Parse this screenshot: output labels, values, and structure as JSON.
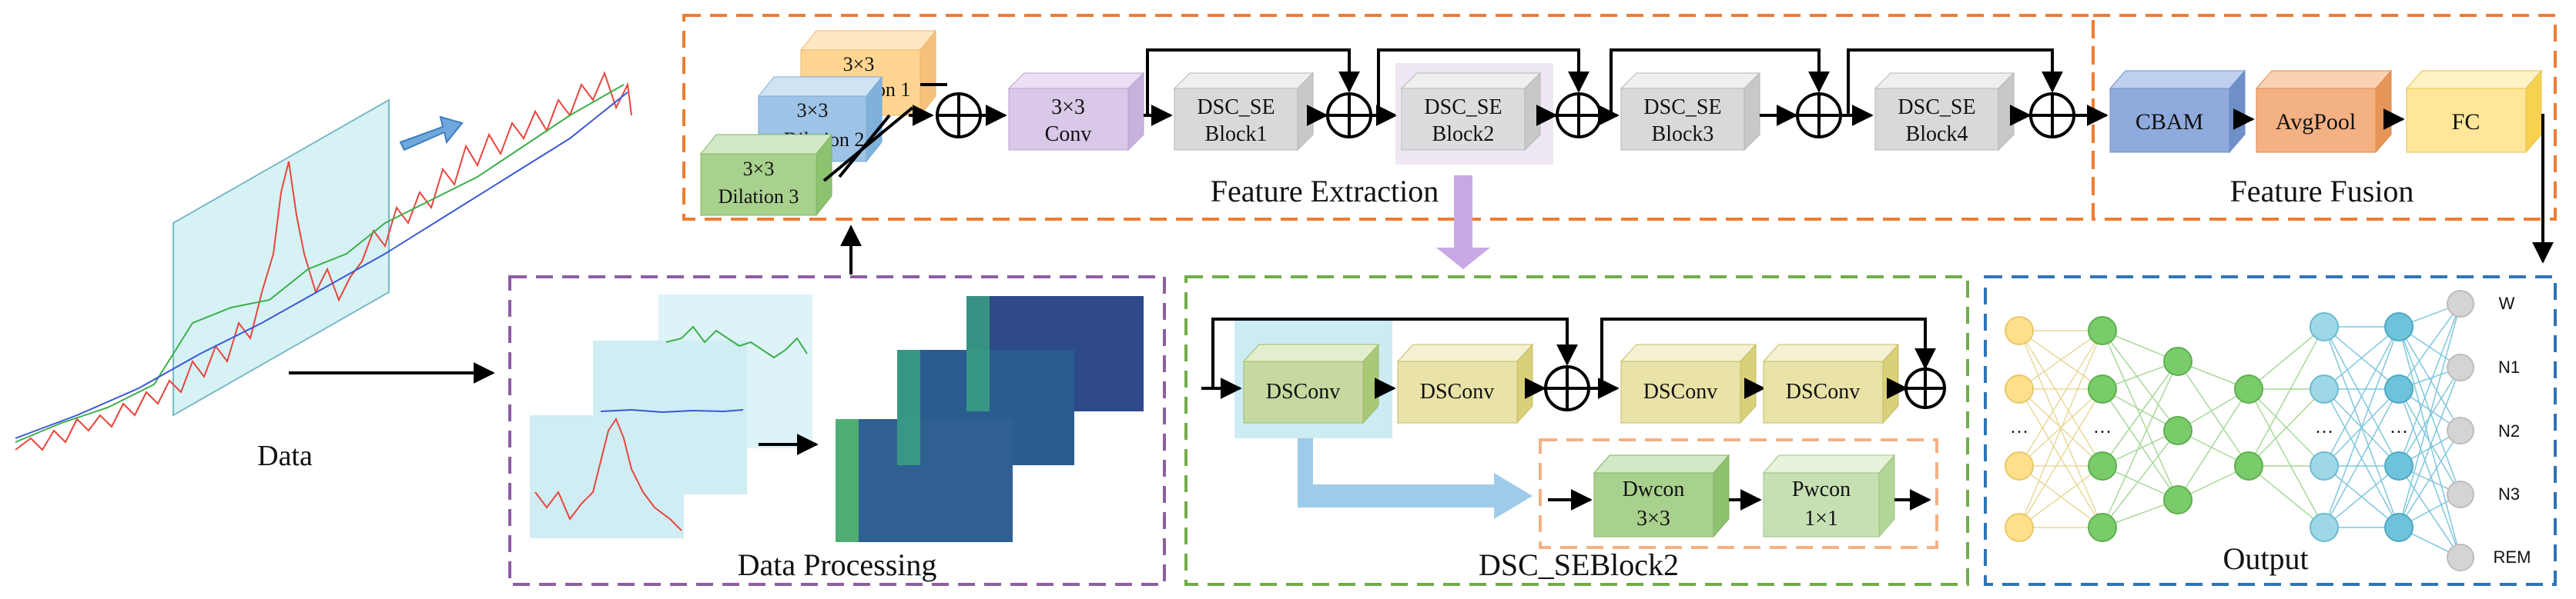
{
  "data_label": "Data",
  "dilation_blocks": [
    {
      "kernel": "3×3",
      "name": "Dilation 1"
    },
    {
      "kernel": "3×3",
      "name": "Dilation 2"
    },
    {
      "kernel": "3×3",
      "name": "Dilation 3"
    }
  ],
  "conv_block": {
    "line1": "3×3",
    "line2": "Conv"
  },
  "dsc_se_blocks": [
    {
      "line1": "DSC_SE",
      "line2": "Block1"
    },
    {
      "line1": "DSC_SE",
      "line2": "Block2"
    },
    {
      "line1": "DSC_SE",
      "line2": "Block3"
    },
    {
      "line1": "DSC_SE",
      "line2": "Block4"
    }
  ],
  "feature_extraction_label": "Feature Extraction",
  "fusion_blocks": [
    "CBAM",
    "AvgPool",
    "FC"
  ],
  "feature_fusion_label": "Feature Fusion",
  "data_processing_label": "Data Processing",
  "dsc_seblock2": {
    "title": "DSC_SEBlock2",
    "row1": [
      "DSConv",
      "DSConv",
      "DSConv",
      "DSConv"
    ],
    "dwconv": {
      "line1": "Dwcon",
      "line2": "3×3"
    },
    "pwconv": {
      "line1": "Pwcon",
      "line2": "1×1"
    }
  },
  "output": {
    "title": "Output",
    "classes": [
      "W",
      "N1",
      "N2",
      "N3",
      "REM"
    ],
    "ellipsis": "…"
  },
  "colors": {
    "orange_dash": "#ED7D31",
    "purple_dash": "#8E5EA2",
    "green_dash": "#70AD47",
    "blue_dash": "#2E75B6",
    "dilation1": "#FFD591",
    "dilation2": "#9DC3E6",
    "dilation3": "#A9D18E",
    "conv": "#D9C8E8",
    "dsc_block": "#D9D9D9",
    "cbam": "#8FAADC",
    "avgpool": "#F4B183",
    "fc": "#FFE699",
    "dsconv_green": "#C5D9A0",
    "dsconv_yellow": "#E9E3A8",
    "dw_green": "#A9D18E"
  }
}
